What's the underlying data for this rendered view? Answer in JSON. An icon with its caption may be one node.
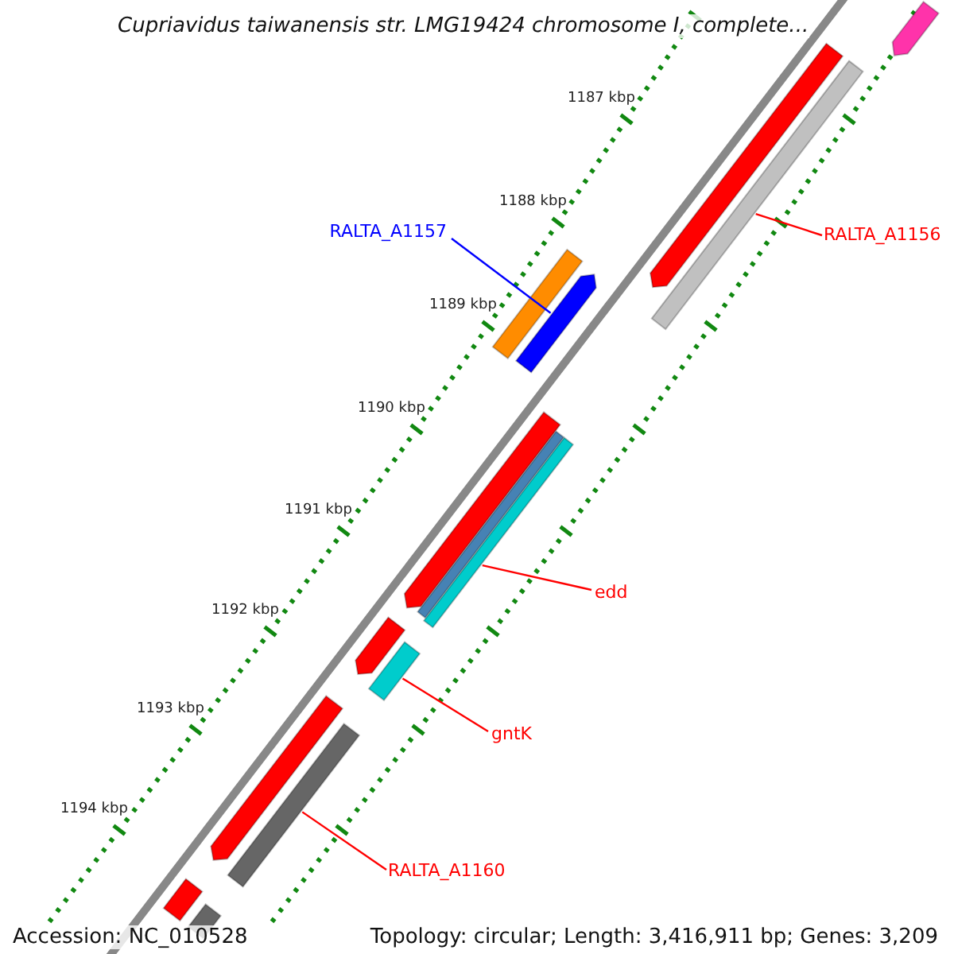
{
  "diagram": {
    "title": "Cupriavidus taiwanensis str. LMG19424 chromosome I, complete...",
    "nodes": [
      {
        "text": [
          "RALTA_A1157"
        ]
      },
      {
        "text": [
          "RALTA_A1156"
        ]
      },
      {
        "text": [
          "edd"
        ]
      },
      {
        "text": [
          "gntK"
        ]
      },
      {
        "text": [
          "RALTA_A1160"
        ]
      },
      {
        "text": [],
        "shape": "bar"
      },
      {
        "text": [],
        "shape": "bar"
      },
      {
        "text": [],
        "shape": "bar"
      },
      {
        "text": [],
        "shape": "bar"
      },
      {
        "text": [],
        "shape": "bar"
      },
      {
        "text": [],
        "shape": "bar"
      },
      {
        "text": [],
        "shape": "bar"
      },
      {
        "text": [],
        "shape": "bar"
      },
      {
        "text": [],
        "shape": "bar"
      },
      {
        "text": [],
        "shape": "bar"
      },
      {
        "text": [],
        "shape": "bar"
      },
      {
        "text": [],
        "shape": "bar"
      },
      {
        "text": [],
        "shape": "bar"
      },
      {
        "text": [],
        "shape": "bar"
      }
    ],
    "edges": [
      {
        "from": 0,
        "to": 9,
        "arrow": "none",
        "color": "#0000ff"
      },
      {
        "from": 1,
        "to": 7,
        "arrow": "none"
      },
      {
        "from": 2,
        "to": 12,
        "arrow": "none"
      },
      {
        "from": 3,
        "to": 14,
        "arrow": "none"
      },
      {
        "from": 4,
        "to": 16,
        "arrow": "none"
      }
    ],
    "labels": [
      "1187 kbp",
      "1188 kbp",
      "1189 kbp",
      "1190 kbp",
      "1191 kbp",
      "1192 kbp",
      "1193 kbp",
      "1194 kbp",
      "Accession: NC_010528",
      "Topology: circular; Length: 3,416,911 bp; Genes: 3,209"
    ]
  }
}
